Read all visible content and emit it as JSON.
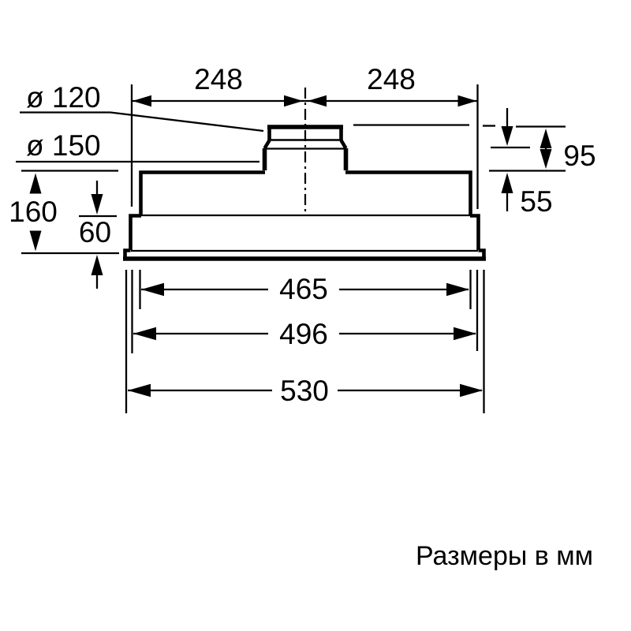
{
  "diagram": {
    "note": "Размеры в мм",
    "labels": {
      "top_left_width": "248",
      "top_right_width": "248",
      "duct_diameter_top": "ø 120",
      "duct_diameter_base": "ø 150",
      "collar_height_total": "95",
      "collar_height_lower": "55",
      "height_total": "160",
      "height_lower_box": "60",
      "width_inner": "465",
      "width_body": "496",
      "width_overall": "530"
    },
    "colors": {
      "line": "#000000",
      "background": "#ffffff"
    }
  }
}
